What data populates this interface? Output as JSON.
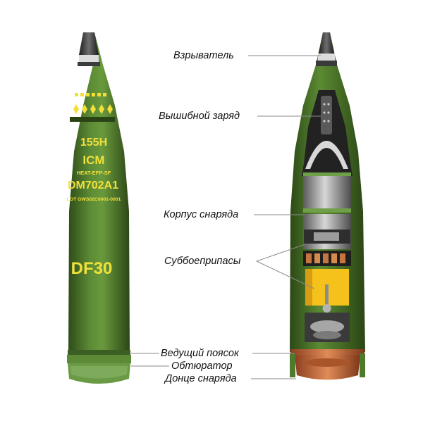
{
  "shell_marking": {
    "line1": "155H",
    "line2": "ICM",
    "line3": "HEAT-EFP-SF",
    "line4": "DM702A1",
    "line5": "LOT GWS02C0001-0001",
    "big": "DF30"
  },
  "labels": {
    "fuze": "Взрыватель",
    "expelling_charge": "Вышибной заряд",
    "body": "Корпус снаряда",
    "submunitions": "Суббоеприпасы",
    "driving_band": "Ведущий поясок",
    "obturator": "Обтюратор",
    "base": "Донце снаряда"
  },
  "colors": {
    "shell_green": "#4e7a2c",
    "shell_dark": "#2f4f1a",
    "marking_yellow": "#f2e03a",
    "submunition_yellow": "#f5c21b",
    "copper_band": "#c86a3c"
  }
}
